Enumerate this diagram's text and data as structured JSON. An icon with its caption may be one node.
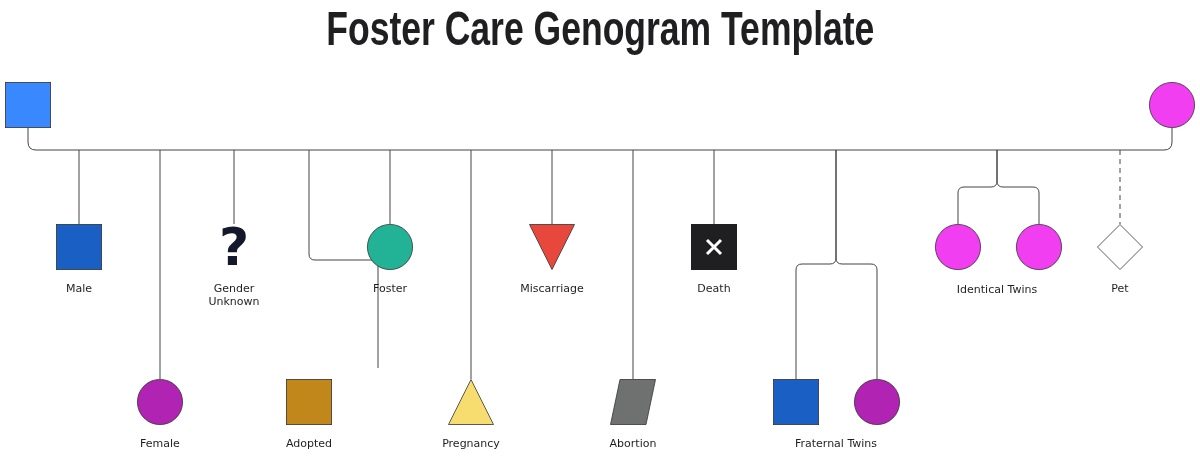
{
  "diagram": {
    "title": "Foster Care Genogram Template",
    "nodes": [
      {
        "text": [],
        "shape": "box"
      },
      {
        "text": [],
        "shape": "circle"
      },
      {
        "text": [
          "Male"
        ]
      },
      {
        "text": [
          "?",
          "Gender Unknown"
        ]
      },
      {
        "text": [
          "Foster"
        ]
      },
      {
        "text": [
          "Miscarriage"
        ]
      },
      {
        "text": [
          "Death"
        ]
      },
      {
        "text": [],
        "shape": "circle"
      },
      {
        "text": [],
        "shape": "circle"
      },
      {
        "text": [
          "Pet"
        ]
      },
      {
        "text": [
          "Female"
        ]
      },
      {
        "text": [
          "Adopted"
        ]
      },
      {
        "text": [
          "Pregnancy"
        ]
      },
      {
        "text": [
          "Abortion"
        ]
      },
      {
        "text": [],
        "shape": "box"
      },
      {
        "text": [],
        "shape": "circle"
      }
    ],
    "edges": [
      {
        "from": 0,
        "to": 1,
        "arrow": "none"
      },
      {
        "from": null,
        "to": 2,
        "arrow": "none"
      },
      {
        "from": null,
        "to": 3,
        "arrow": "none"
      },
      {
        "from": null,
        "to": 4,
        "arrow": "none"
      },
      {
        "from": null,
        "to": 5,
        "arrow": "none"
      },
      {
        "from": null,
        "to": 6,
        "arrow": "none"
      },
      {
        "from": null,
        "to": 7,
        "arrow": "none"
      },
      {
        "from": null,
        "to": 8,
        "arrow": "none"
      },
      {
        "from": null,
        "to": 9,
        "arrow": "none",
        "style": "dashed"
      },
      {
        "from": null,
        "to": 10,
        "arrow": "none"
      },
      {
        "from": null,
        "to": 12,
        "arrow": "none"
      },
      {
        "from": null,
        "to": 13,
        "arrow": "none"
      },
      {
        "from": null,
        "to": 14,
        "arrow": "none"
      },
      {
        "from": null,
        "to": 15,
        "arrow": "none"
      }
    ],
    "labels": [
      "Identical Twins",
      "Fraternal Twins"
    ]
  }
}
